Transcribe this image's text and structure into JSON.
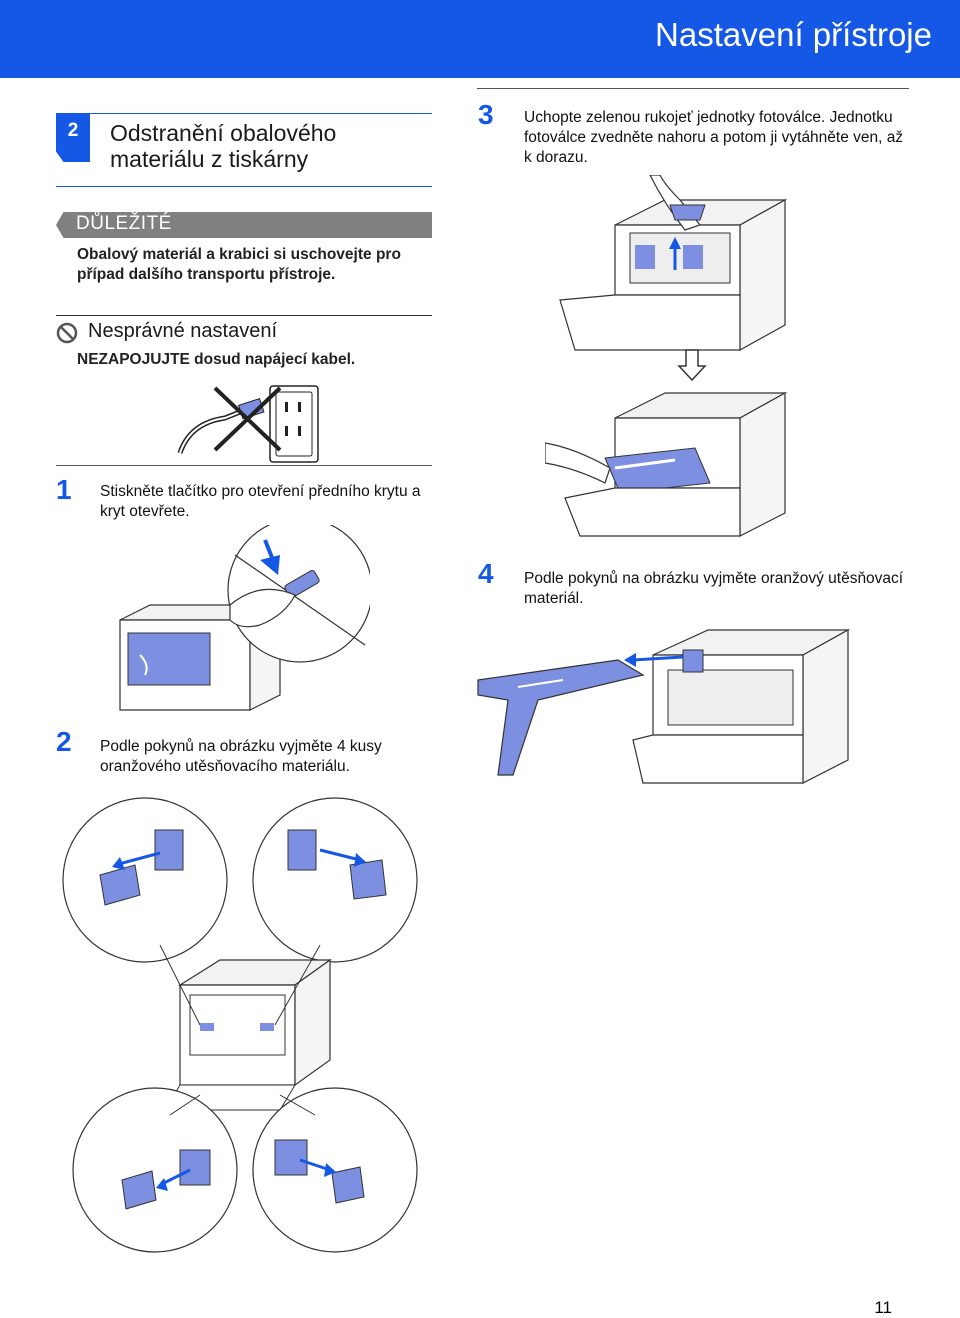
{
  "header": {
    "title": "Nastavení přístroje"
  },
  "section": {
    "number": "2",
    "title": "Odstranění obalového materiálu z tiskárny"
  },
  "important": {
    "label": "DŮLEŽITÉ",
    "text": "Obalový materiál a krabici si uschovejte pro případ dalšího transportu přístroje."
  },
  "wrong_setup": {
    "title": "Nesprávné nastavení",
    "text": "NEZAPOJUJTE dosud napájecí kabel."
  },
  "steps": [
    {
      "number": "1",
      "text": "Stiskněte tlačítko pro otevření předního krytu a kryt otevřete."
    },
    {
      "number": "2",
      "text": "Podle pokynů na obrázku vyjměte 4 kusy oranžového utěsňovacího materiálu."
    },
    {
      "number": "3",
      "text": "Uchopte zelenou rukojeť jednotky fotoválce. Jednotku fotoválce zvedněte nahoru a potom ji vytáhněte ven, až k dorazu."
    },
    {
      "number": "4",
      "text": "Podle pokynů na obrázku vyjměte oranžový utěsňovací materiál."
    }
  ],
  "page_number": "11",
  "colors": {
    "accent": "#1558e6",
    "highlight": "#7d8fe0",
    "important_bar": "#808080"
  }
}
